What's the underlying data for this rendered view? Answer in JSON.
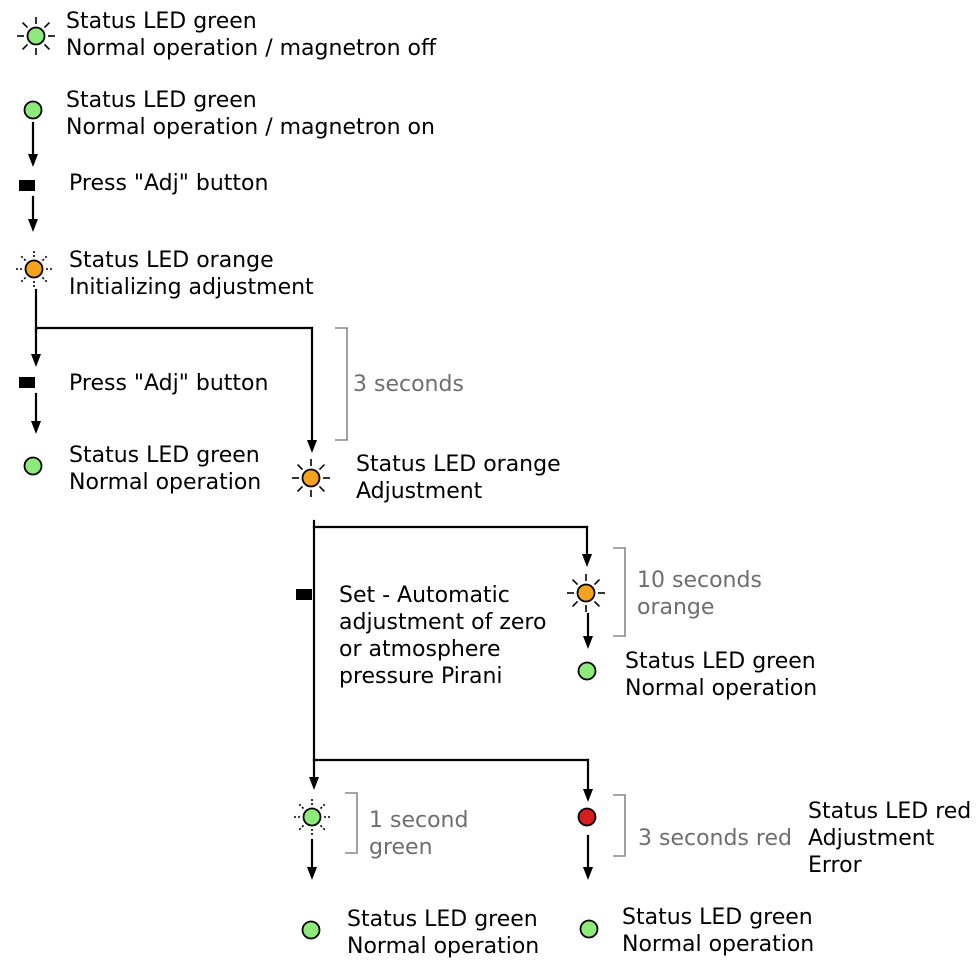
{
  "colors": {
    "green": "#8eea7b",
    "orange": "#f5a21c",
    "red": "#d21f1f",
    "stroke": "#000000",
    "bracket": "#888888",
    "gray_text": "#6e6e6e"
  },
  "states": {
    "off": {
      "line1": "Status LED green",
      "line2": "Normal operation / magnetron off",
      "icon": "blinking-led-icon",
      "color": "green"
    },
    "on": {
      "line1": "Status LED green",
      "line2": "Normal operation / magnetron on",
      "icon": "led-icon",
      "color": "green"
    },
    "init": {
      "line1": "Status LED orange",
      "line2": "Initializing adjustment",
      "icon": "fast-blinking-led-icon",
      "color": "orange"
    },
    "normal_left": {
      "line1": "Status LED green",
      "line2": "Normal operation",
      "icon": "led-icon",
      "color": "green"
    },
    "adjust": {
      "line1": "Status LED orange",
      "line2": "Adjustment",
      "icon": "blinking-led-icon",
      "color": "orange"
    },
    "normal_mid": {
      "line1": "Status LED green",
      "line2": "Normal operation",
      "icon": "led-icon",
      "color": "green"
    },
    "normal_bl": {
      "line1": "Status LED green",
      "line2": "Normal operation",
      "icon": "led-icon",
      "color": "green"
    },
    "normal_br": {
      "line1": "Status LED green",
      "line2": "Normal operation",
      "icon": "led-icon",
      "color": "green"
    },
    "error": {
      "line1": "Status LED red",
      "line2": "Adjustment",
      "line3": "Error",
      "icon": "led-icon",
      "color": "red"
    }
  },
  "actions": {
    "press1": "Press \"Adj\" button",
    "press2": "Press \"Adj\" button",
    "set": [
      "Set - Automatic",
      "adjustment of zero",
      "or atmosphere",
      "pressure Pirani"
    ]
  },
  "timings": {
    "t3": "3 seconds",
    "t10": [
      "10 seconds",
      "orange"
    ],
    "t1": [
      "1 second",
      "green"
    ],
    "t3red": "3 seconds red"
  }
}
